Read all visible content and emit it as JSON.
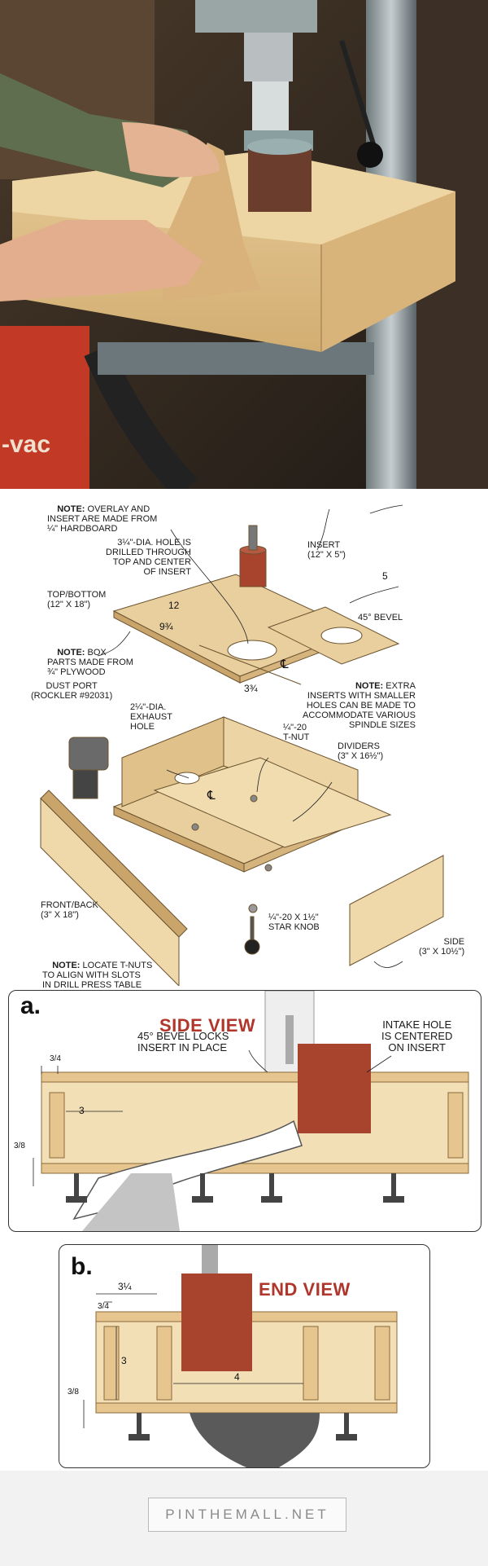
{
  "photo": {
    "brand_text": "-vac"
  },
  "exploded": {
    "note_overlay": {
      "head": "NOTE:",
      "body": "OVERLAY AND\nINSERT ARE MADE FROM\n¼\" HARDBOARD"
    },
    "hole_desc": "3¼\"-DIA. HOLE IS\nDRILLED THROUGH\nTOP AND CENTER\nOF INSERT",
    "insert": "INSERT\n(12\" x 5\")",
    "insert_dim": "5",
    "top_bottom": "TOP/BOTTOM\n(12\" x 18\")",
    "dim_12": "12",
    "dim_9_3_4": "9¾",
    "dim_3_3_4": "3¾",
    "bevel": "45° BEVEL",
    "note_box": {
      "head": "NOTE:",
      "body": "BOX\nPARTS MADE FROM\n¾\" PLYWOOD"
    },
    "note_inserts": {
      "head": "NOTE:",
      "body": "EXTRA\nINSERTS WITH SMALLER\nHOLES CAN BE MADE TO\nACCOMMODATE VARIOUS\nSPINDLE SIZES"
    },
    "dust_port": "DUST PORT\n(ROCKLER #92031)",
    "exhaust": "2¼\"-DIA.\nEXHAUST\nHOLE",
    "tnut": "¼\"-20\nT-NUT",
    "dividers": "DIVIDERS\n(3\" x 16½\")",
    "front_back": "FRONT/BACK\n(3\" x 18\")",
    "star_knob": "¼\"-20 x 1½\"\nSTAR KNOB",
    "side": "SIDE\n(3\" x 10½\")",
    "note_tnuts": {
      "head": "NOTE:",
      "body": "LOCATE T-NUTS\nTO ALIGN WITH SLOTS\nIN DRILL PRESS TABLE"
    },
    "centerline": "℄"
  },
  "side_view": {
    "letter": "a.",
    "title": "SIDE VIEW",
    "bevel_note": "45° BEVEL LOCKS\nINSERT IN PLACE",
    "intake_note": "INTAKE HOLE\nIS CENTERED\nON INSERT",
    "dim_3_4": "3/4",
    "dim_3": "3",
    "dim_3_8": "3/8"
  },
  "end_view": {
    "letter": "b.",
    "title": "END VIEW",
    "dim_3_1_4": "3¼",
    "dim_3_4": "3/4",
    "dim_3": "3",
    "dim_4": "4",
    "dim_3_8": "3/8"
  },
  "watermark": "PINTHEMALL.NET",
  "colors": {
    "plywood": "#e9cf9c",
    "plywood_dark": "#c9a66b",
    "drum": "#a8432e",
    "title_red": "#b0352a"
  }
}
